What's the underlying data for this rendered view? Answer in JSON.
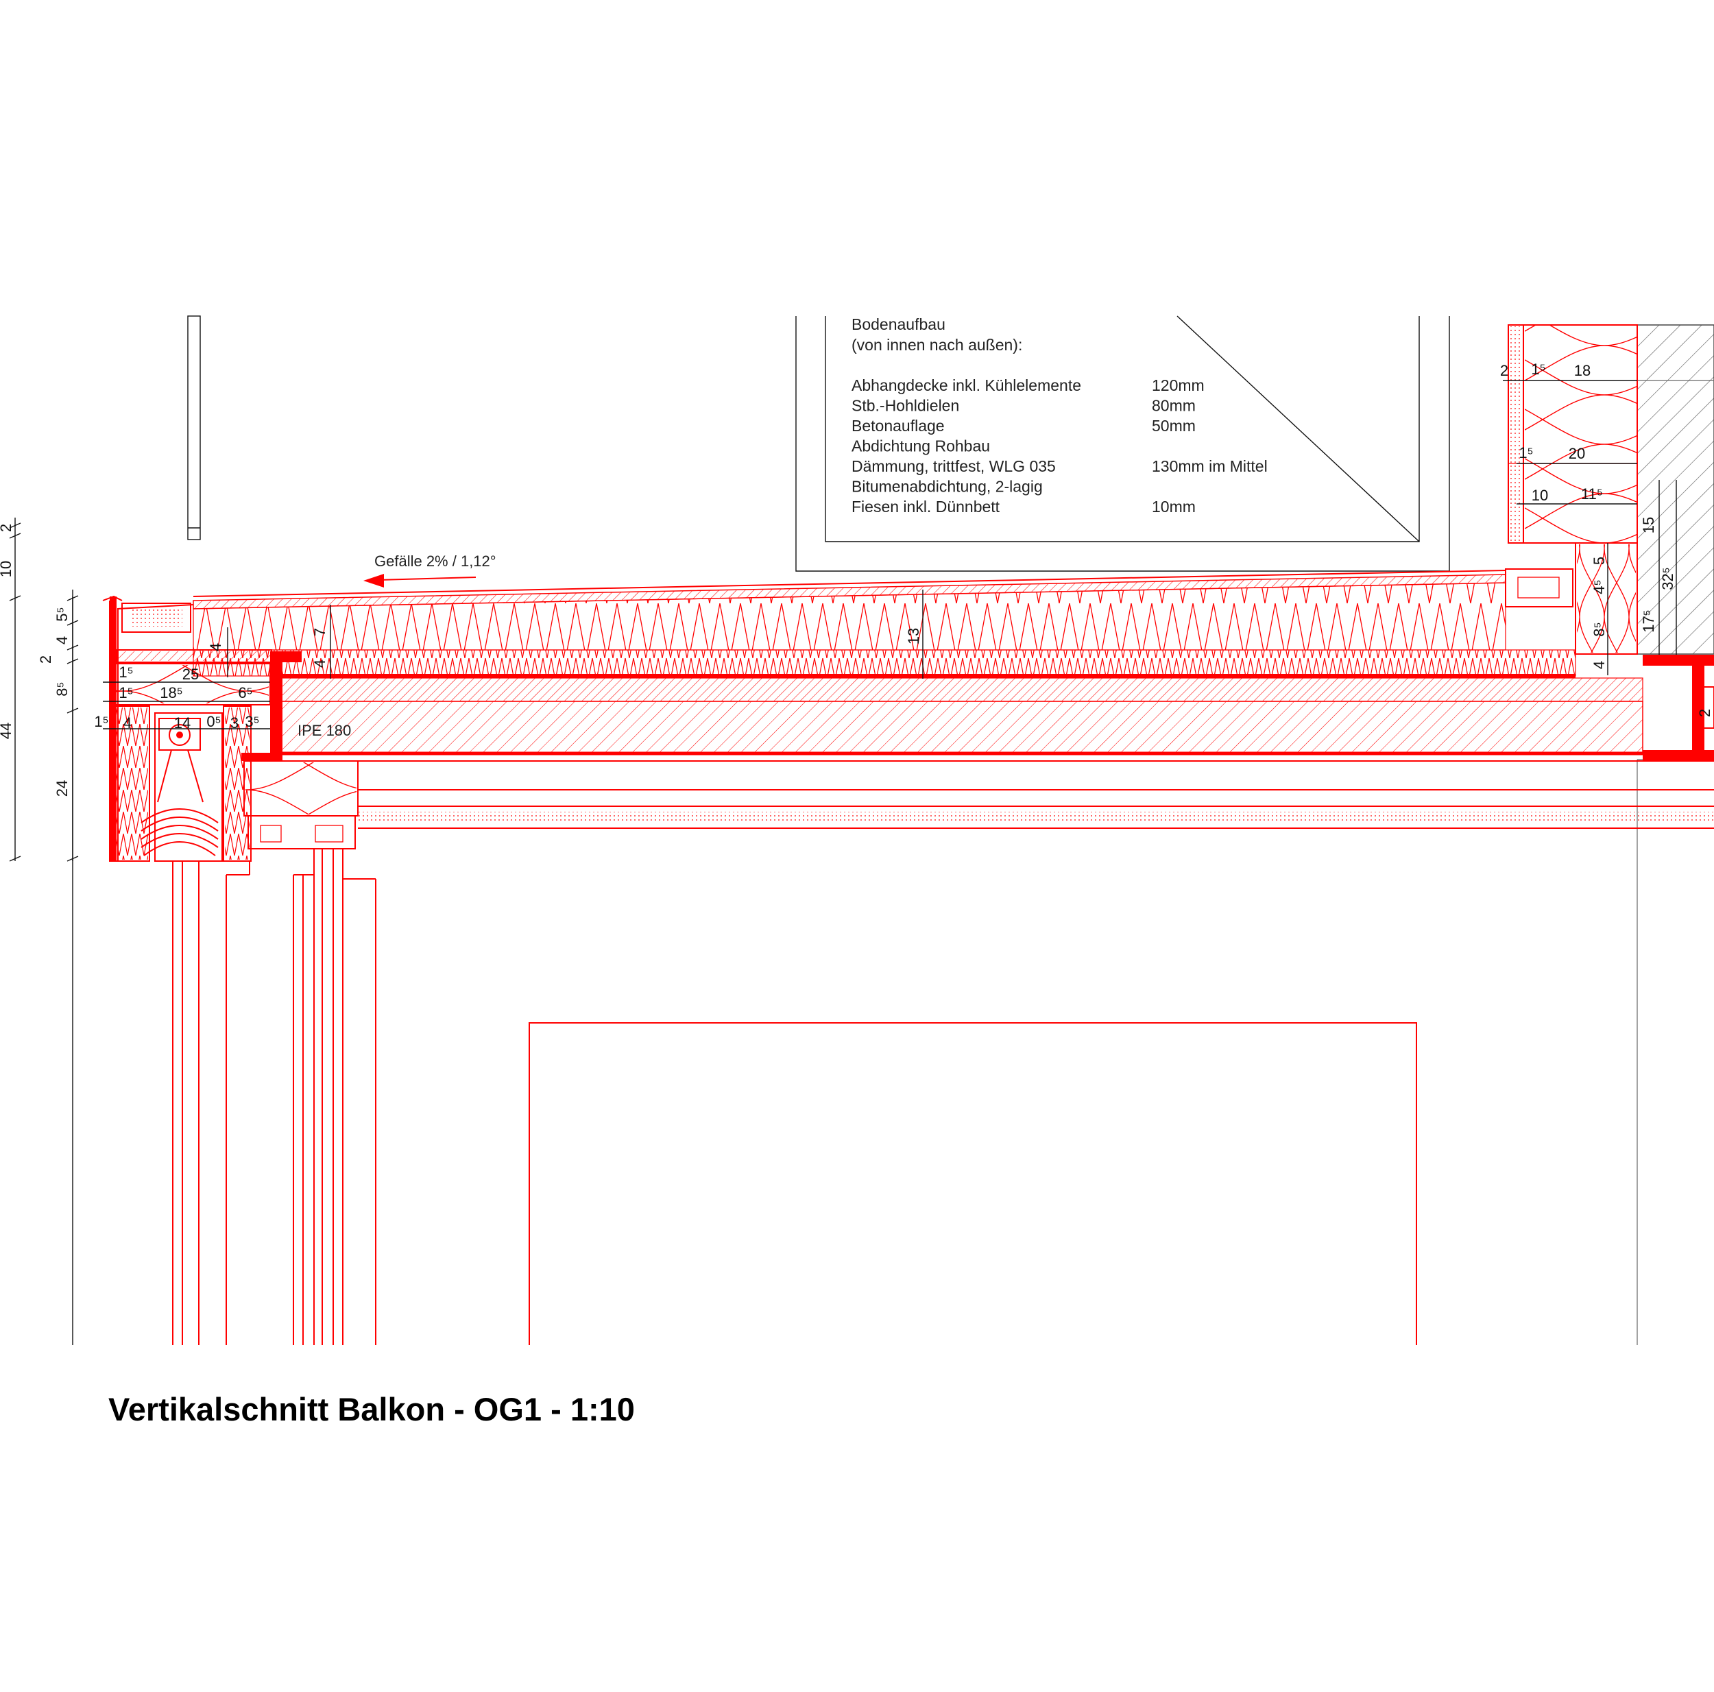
{
  "title": "Vertikalschnitt Balkon - OG1 - 1:10",
  "slope_label": "Gefälle 2% / 1,12°",
  "beam_label": "IPE 180",
  "legend": {
    "heading": "Bodenaufbau",
    "subheading": "(von innen nach außen):",
    "rows": [
      {
        "name": "Abhangdecke inkl. Kühlelemente",
        "value": "120mm"
      },
      {
        "name": "Stb.-Hohldielen",
        "value": "80mm"
      },
      {
        "name": "Betonauflage",
        "value": "50mm"
      },
      {
        "name": "Abdichtung Rohbau",
        "value": ""
      },
      {
        "name": "Dämmung, trittfest, WLG 035",
        "value": "130mm im  Mittel"
      },
      {
        "name": "Bitumenabdichtung, 2-lagig",
        "value": ""
      },
      {
        "name": "Fiesen inkl. Dünnbett",
        "value": "10mm"
      }
    ]
  },
  "dims": {
    "left_outer": [
      "2",
      "10",
      "44"
    ],
    "left_inner": [
      "5⁵",
      "4",
      "2",
      "8⁵",
      "24"
    ],
    "frame_rows": [
      "1⁵",
      "25",
      "1⁵",
      "18⁵",
      "6⁵",
      "1⁵",
      "4",
      "14",
      "0⁵",
      "3",
      "3⁵"
    ],
    "floor": [
      "4",
      "7",
      "4",
      "13"
    ],
    "right_wall_top": [
      "2",
      "1⁵",
      "18",
      "1⁵",
      "20",
      "10",
      "11⁵"
    ],
    "right_side": [
      "5",
      "4⁵",
      "8⁵",
      "4",
      "15",
      "17⁵",
      "32⁵"
    ],
    "cut_edge": "2"
  },
  "colors": {
    "detail": "#ff0000",
    "linework": "#111111",
    "context": "#666666",
    "background": "#ffffff"
  }
}
